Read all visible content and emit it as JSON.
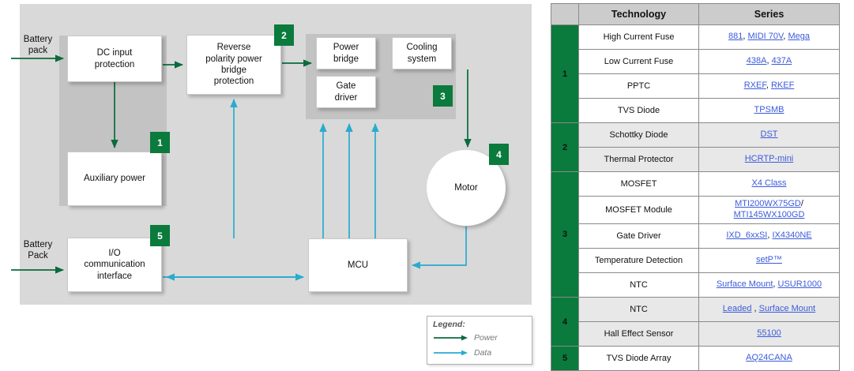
{
  "diagram": {
    "input_labels": {
      "battery_pack_top": "Battery\npack",
      "battery_pack_bottom": "Battery\nPack"
    },
    "nodes": {
      "dc_input_protection": "DC input\nprotection",
      "auxiliary_power": "Auxiliary power",
      "reverse_polarity": "Reverse\npolarity power\nbridge\nprotection",
      "power_bridge": "Power\nbridge",
      "gate_driver": "Gate\ndriver",
      "cooling_system": "Cooling\nsystem",
      "motor": "Motor",
      "mcu": "MCU",
      "io_interface": "I/O\ncommunication\ninterface"
    },
    "badges": [
      "1",
      "2",
      "3",
      "4",
      "5"
    ],
    "legend": {
      "title": "Legend:",
      "power_label": "Power",
      "data_label": "Data",
      "power_color": "#0a6b3d",
      "data_color": "#29abcf"
    },
    "colors": {
      "canvas": "#d9d9d9",
      "group": "#c3c3c3",
      "badge_green": "#0a7a3d",
      "node_fill": "#ffffff"
    }
  },
  "table": {
    "headers": [
      "",
      "Technology",
      "Series"
    ],
    "header_bg": "#cccccc",
    "num_col_bg": "#0a7a3d",
    "link_color": "#3b5bdb",
    "groups": [
      {
        "number": "1",
        "shaded": false,
        "rows": [
          {
            "technology": "High Current Fuse",
            "series": [
              {
                "text": "881",
                "link": true
              },
              {
                "text": ", ",
                "link": false
              },
              {
                "text": "MIDI 70V",
                "link": true
              },
              {
                "text": ", ",
                "link": false
              },
              {
                "text": "Mega",
                "link": true
              }
            ]
          },
          {
            "technology": "Low Current Fuse",
            "series": [
              {
                "text": "438A",
                "link": true
              },
              {
                "text": ", ",
                "link": false
              },
              {
                "text": "437A",
                "link": true
              }
            ]
          },
          {
            "technology": "PPTC",
            "series": [
              {
                "text": "RXEF",
                "link": true
              },
              {
                "text": ", ",
                "link": false
              },
              {
                "text": "RKEF",
                "link": true
              }
            ]
          },
          {
            "technology": "TVS Diode",
            "series": [
              {
                "text": "TPSMB",
                "link": true
              }
            ]
          }
        ]
      },
      {
        "number": "2",
        "shaded": true,
        "rows": [
          {
            "technology": "Schottky Diode",
            "series": [
              {
                "text": "DST",
                "link": true
              }
            ]
          },
          {
            "technology": "Thermal Protector",
            "series": [
              {
                "text": "HCRTP-mini",
                "link": true
              }
            ]
          }
        ]
      },
      {
        "number": "3",
        "shaded": false,
        "rows": [
          {
            "technology": "MOSFET",
            "series": [
              {
                "text": "X4 Class",
                "link": true
              }
            ]
          },
          {
            "technology": "MOSFET Module",
            "series": [
              {
                "text": "MTI200WX75GD",
                "link": true
              },
              {
                "text": "/",
                "link": false
              },
              {
                "text": "\n",
                "link": false
              },
              {
                "text": "MTI145WX100GD",
                "link": true
              }
            ]
          },
          {
            "technology": "Gate Driver",
            "series": [
              {
                "text": "IXD_6xxSI",
                "link": true
              },
              {
                "text": ", ",
                "link": false
              },
              {
                "text": "IX4340NE",
                "link": true
              }
            ]
          },
          {
            "technology": "Temperature Detection",
            "series": [
              {
                "text": "setP™",
                "link": true
              }
            ]
          },
          {
            "technology": "NTC",
            "series": [
              {
                "text": "Surface Mount",
                "link": true
              },
              {
                "text": ", ",
                "link": false
              },
              {
                "text": "USUR1000",
                "link": true
              }
            ]
          }
        ]
      },
      {
        "number": "4",
        "shaded": true,
        "rows": [
          {
            "technology": "NTC",
            "series": [
              {
                "text": "Leaded",
                "link": true
              },
              {
                "text": " , ",
                "link": false
              },
              {
                "text": "Surface Mount",
                "link": true
              }
            ]
          },
          {
            "technology": "Hall Effect Sensor",
            "series": [
              {
                "text": "55100",
                "link": true
              }
            ]
          }
        ]
      },
      {
        "number": "5",
        "shaded": false,
        "rows": [
          {
            "technology": "TVS Diode Array",
            "series": [
              {
                "text": "AQ24CANA",
                "link": true
              }
            ]
          }
        ]
      }
    ]
  }
}
